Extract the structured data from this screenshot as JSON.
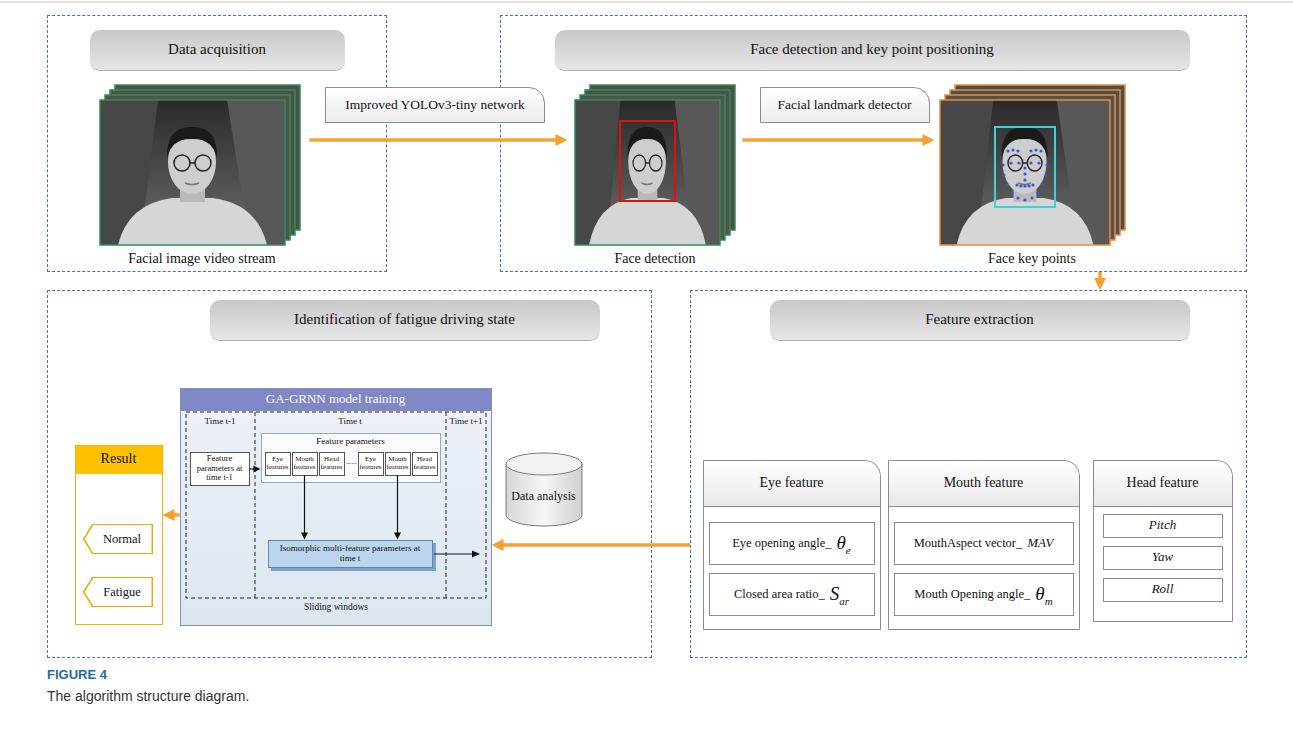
{
  "diagram": {
    "caption": "The algorithm structure diagram.",
    "nodes": [
      {
        "text": [
          "Data acquisition"
        ]
      },
      {
        "text": [
          "Facial image video stream"
        ],
        "in": 0
      },
      {
        "text": [
          "Improved YOLOv3-tiny network"
        ]
      },
      {
        "text": [
          "Face detection and key point positioning"
        ]
      },
      {
        "text": [
          "Face detection"
        ],
        "in": 3
      },
      {
        "text": [
          "Facial landmark detector"
        ],
        "in": 3
      },
      {
        "text": [
          "Face key points"
        ],
        "in": 3
      },
      {
        "text": [
          "Feature extraction"
        ]
      },
      {
        "text": [
          "Eye feature"
        ],
        "in": 7
      },
      {
        "text": [
          "Eye opening angle_",
          "θ",
          "e"
        ],
        "in": 8
      },
      {
        "text": [
          "Closed area ratio_",
          "S",
          "ar"
        ],
        "in": 8
      },
      {
        "text": [
          "Mouth feature"
        ],
        "in": 7
      },
      {
        "text": [
          "MouthAspect vector_",
          "MAV"
        ],
        "in": 11
      },
      {
        "text": [
          "Mouth Opening angle_",
          "θ",
          "m"
        ],
        "in": 11
      },
      {
        "text": [
          "Head feature"
        ],
        "in": 7
      },
      {
        "text": [
          "Pitch"
        ],
        "in": 14
      },
      {
        "text": [
          "Yaw"
        ],
        "in": 14
      },
      {
        "text": [
          "Roll"
        ],
        "in": 14
      },
      {
        "text": [
          "Identification of fatigue driving state"
        ]
      },
      {
        "text": [
          "Result"
        ],
        "in": 18
      },
      {
        "text": [
          "Normal"
        ],
        "in": 19
      },
      {
        "text": [
          "Fatigue"
        ],
        "in": 19
      },
      {
        "text": [
          "GA-GRNN model training"
        ],
        "in": 18
      },
      {
        "text": [
          "Feature parameters at time t-1"
        ],
        "in": 22
      },
      {
        "text": [
          "Feature parameters"
        ],
        "in": 22
      },
      {
        "text": [
          "Eye features"
        ],
        "in": 24
      },
      {
        "text": [
          "Mouth features"
        ],
        "in": 24
      },
      {
        "text": [
          "Head features"
        ],
        "in": 24
      },
      {
        "text": [
          "Eye features"
        ],
        "in": 24
      },
      {
        "text": [
          "Mouth features"
        ],
        "in": 24
      },
      {
        "text": [
          "Head features"
        ],
        "in": 24
      },
      {
        "text": [
          "Isomorphic multi-feature parameters at time t"
        ],
        "in": 22
      },
      {
        "text": [
          "Data analysis"
        ],
        "in": 18
      }
    ],
    "edges": [
      {
        "from": 1,
        "to": 4,
        "arrow": "to"
      },
      {
        "from": 4,
        "to": 6,
        "arrow": "to"
      },
      {
        "from": 3,
        "to": 7,
        "arrow": "to"
      },
      {
        "from": 7,
        "to": 22,
        "arrow": "to"
      },
      {
        "from": 22,
        "to": 19,
        "arrow": "to"
      },
      {
        "from": 23,
        "to": 24,
        "arrow": "to"
      },
      {
        "from": 26,
        "to": 31,
        "arrow": "to"
      },
      {
        "from": 29,
        "to": 31,
        "arrow": "to"
      }
    ],
    "labels": [
      "Time t-1",
      "Time t",
      "Time t+1",
      "......",
      "Sliding windows",
      "FIGURE 4"
    ]
  }
}
